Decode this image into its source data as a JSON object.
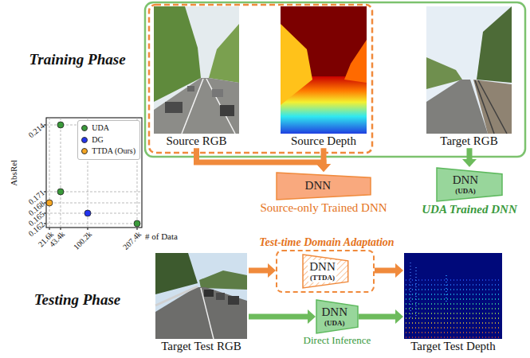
{
  "diagram": {
    "nodes": [
      {
        "text": [
          "Source RGB"
        ]
      },
      {
        "text": [
          "Source Depth"
        ]
      },
      {
        "text": [
          "Target RGB"
        ]
      },
      {
        "text": [
          "DNN",
          "Source-only Trained DNN"
        ]
      },
      {
        "text": [
          "DNN",
          "(UDA)",
          "UDA Trained DNN"
        ]
      },
      {
        "text": [
          "Target Test RGB"
        ]
      },
      {
        "text": [
          "Test-time Domain Adaptation",
          "DNN",
          "(TTDA)"
        ]
      },
      {
        "text": [
          "DNN",
          "(UDA)",
          "Direct Inference"
        ]
      },
      {
        "text": [
          "Target Test Depth"
        ]
      }
    ],
    "edges": [
      {
        "from": 0,
        "to": 3,
        "arrow": "to"
      },
      {
        "from": 1,
        "to": 3,
        "arrow": "to"
      },
      {
        "from": 2,
        "to": 4,
        "arrow": "to"
      },
      {
        "from": 5,
        "to": 6,
        "arrow": "to"
      },
      {
        "from": 6,
        "to": 8,
        "arrow": "to"
      },
      {
        "from": 5,
        "to": 7,
        "arrow": "to"
      },
      {
        "from": 7,
        "to": 8,
        "arrow": "to"
      }
    ],
    "labels": [
      "Training Phase",
      "Testing Phase",
      "AbsRel",
      "0.214",
      "0.171",
      "0.168",
      "0.165",
      "0.162",
      "21.6k",
      "43.4k",
      "100.2k",
      "207.4k",
      "# of Data"
    ],
    "legend": [
      {
        "text": "UDA",
        "color": "#3a9a3a"
      },
      {
        "text": "DG",
        "color": "#2233ee"
      },
      {
        "text": "TTDA (Ours)",
        "color": "#f5a623"
      }
    ]
  }
}
